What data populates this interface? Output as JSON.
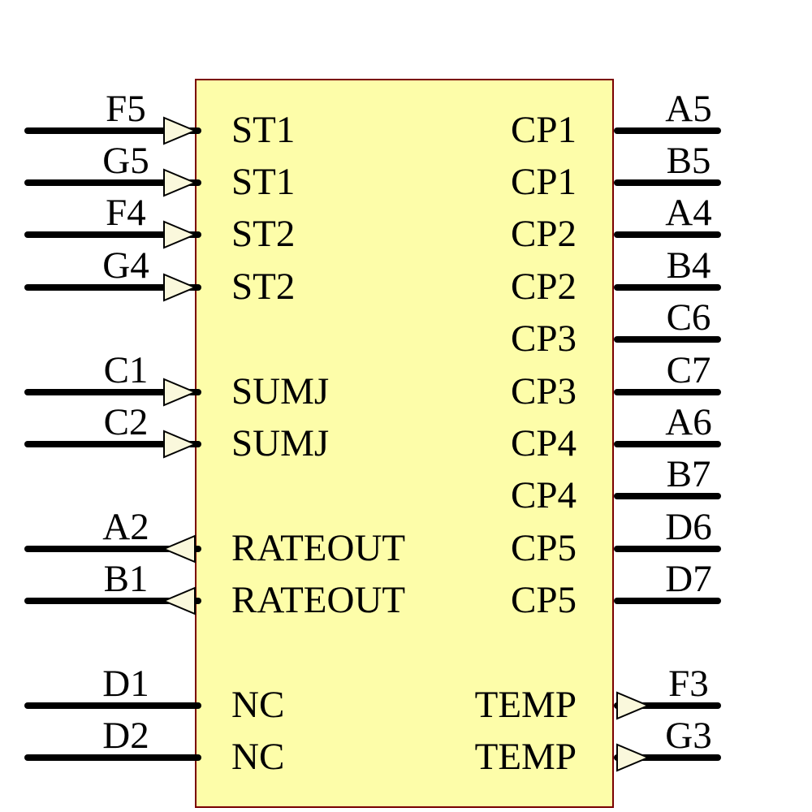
{
  "component": {
    "kind": "schematic-symbol",
    "colors": {
      "body_fill": "#FDFDA9",
      "body_border": "#7A0000",
      "pin_color": "#000000",
      "arrow_fill": "#FAF8DC",
      "arrow_outline": "#000000",
      "text_color": "#000000",
      "page_background": "#FFFFFF"
    },
    "left_pins": [
      {
        "designator": "F5",
        "label": "ST1",
        "row": 0,
        "direction": "input"
      },
      {
        "designator": "G5",
        "label": "ST1",
        "row": 1,
        "direction": "input"
      },
      {
        "designator": "F4",
        "label": "ST2",
        "row": 2,
        "direction": "input"
      },
      {
        "designator": "G4",
        "label": "ST2",
        "row": 3,
        "direction": "input"
      },
      {
        "designator": "C1",
        "label": "SUMJ",
        "row": 5,
        "direction": "input"
      },
      {
        "designator": "C2",
        "label": "SUMJ",
        "row": 6,
        "direction": "input"
      },
      {
        "designator": "A2",
        "label": "RATEOUT",
        "row": 8,
        "direction": "output"
      },
      {
        "designator": "B1",
        "label": "RATEOUT",
        "row": 9,
        "direction": "output"
      },
      {
        "designator": "D1",
        "label": "NC",
        "row": 11,
        "direction": "plain"
      },
      {
        "designator": "D2",
        "label": "NC",
        "row": 12,
        "direction": "plain"
      }
    ],
    "right_pins": [
      {
        "designator": "A5",
        "label": "CP1",
        "row": 0,
        "direction": "plain"
      },
      {
        "designator": "B5",
        "label": "CP1",
        "row": 1,
        "direction": "plain"
      },
      {
        "designator": "A4",
        "label": "CP2",
        "row": 2,
        "direction": "plain"
      },
      {
        "designator": "B4",
        "label": "CP2",
        "row": 3,
        "direction": "plain"
      },
      {
        "designator": "C6",
        "label": "CP3",
        "row": 4,
        "direction": "plain"
      },
      {
        "designator": "C7",
        "label": "CP3",
        "row": 5,
        "direction": "plain"
      },
      {
        "designator": "A6",
        "label": "CP4",
        "row": 6,
        "direction": "plain"
      },
      {
        "designator": "B7",
        "label": "CP4",
        "row": 7,
        "direction": "plain"
      },
      {
        "designator": "D6",
        "label": "CP5",
        "row": 8,
        "direction": "plain"
      },
      {
        "designator": "D7",
        "label": "CP5",
        "row": 9,
        "direction": "plain"
      },
      {
        "designator": "F3",
        "label": "TEMP",
        "row": 11,
        "direction": "output"
      },
      {
        "designator": "G3",
        "label": "TEMP",
        "row": 12,
        "direction": "output"
      }
    ]
  }
}
